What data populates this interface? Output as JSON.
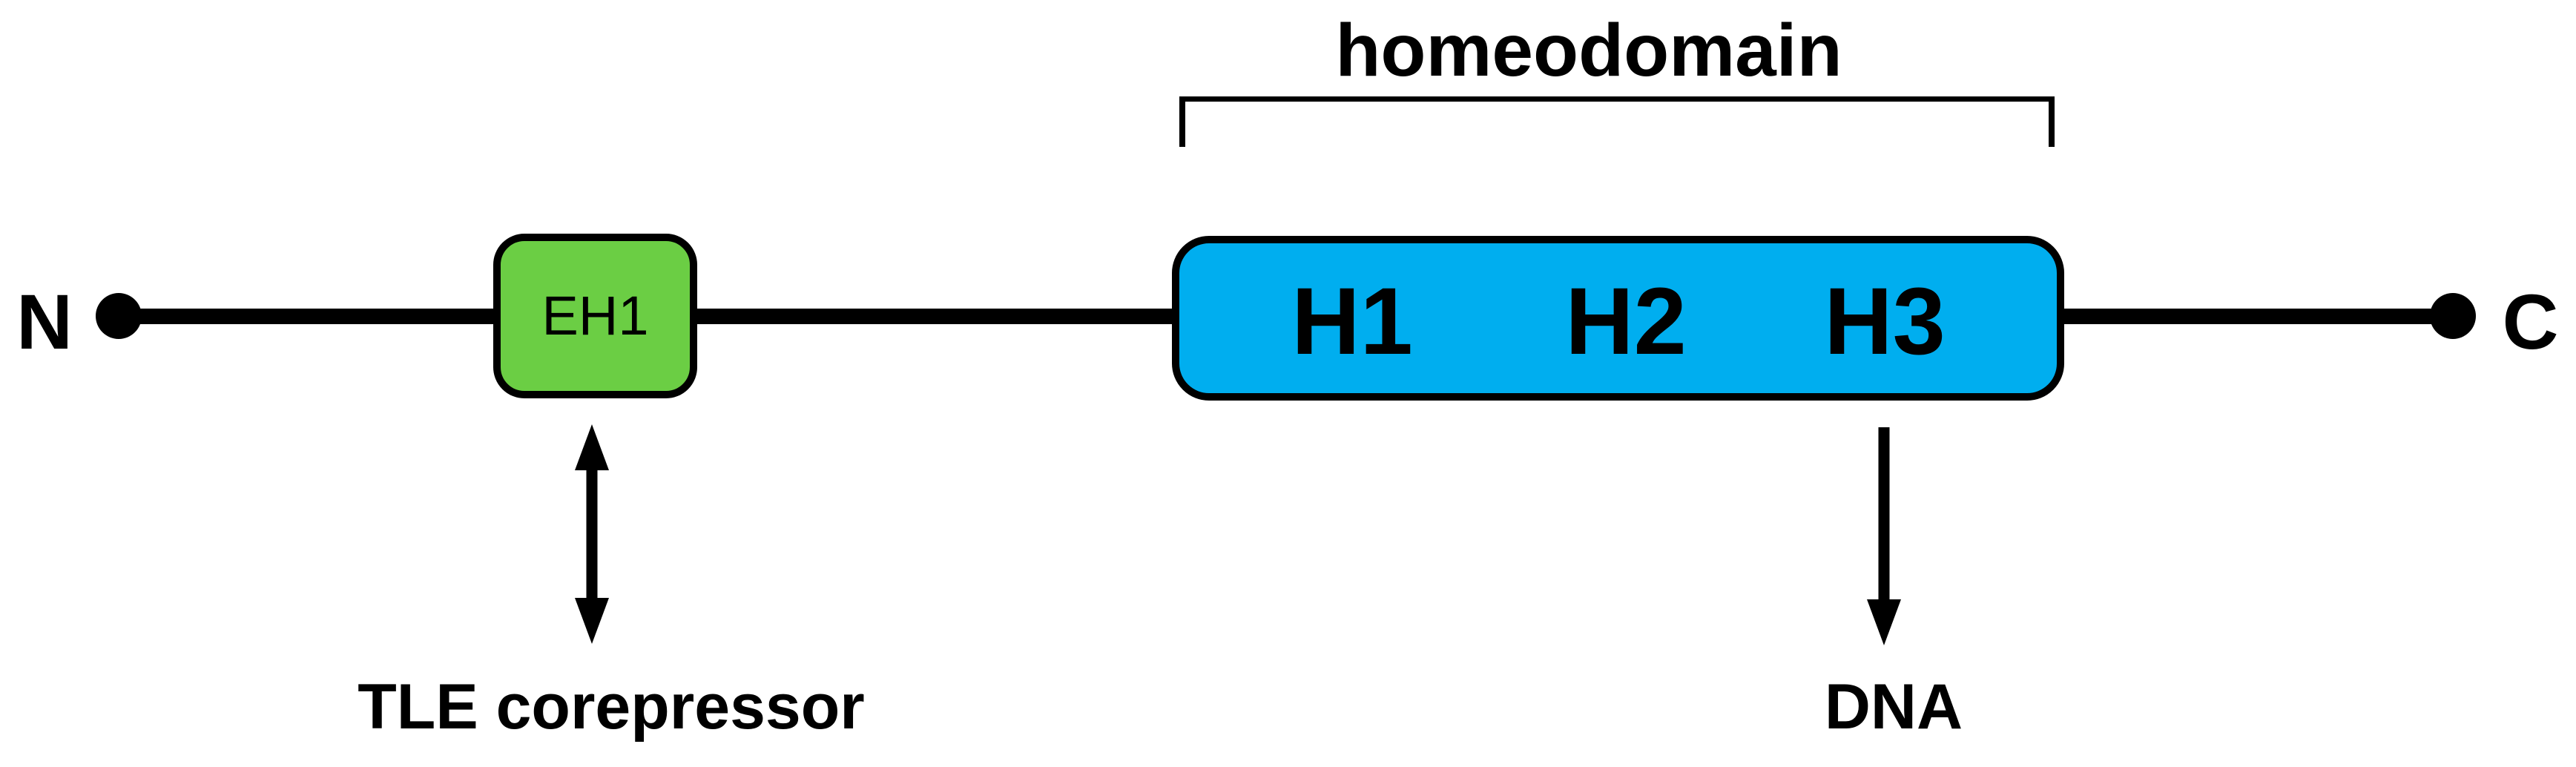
{
  "diagram": {
    "n_terminus_label": "N",
    "c_terminus_label": "C",
    "backbone_color": "#000000",
    "eh1_domain": {
      "label": "EH1",
      "fill_color": "#6BCE44"
    },
    "homeodomain": {
      "bracket_title": "homeodomain",
      "fill_color": "#00AEEF",
      "helix_labels": [
        "H1",
        "H2",
        "H3"
      ]
    },
    "annotations": {
      "tle_corepressor": "TLE corepressor",
      "dna": "DNA"
    }
  }
}
